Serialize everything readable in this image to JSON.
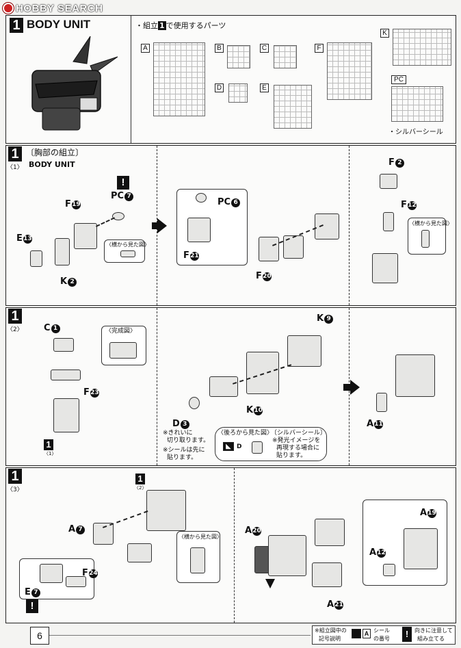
{
  "watermark": "HOBBY SEARCH",
  "header": {
    "step_number": "1",
    "title": "BODY UNIT"
  },
  "parts_list": {
    "label_prefix": "・組立",
    "label_step": "1",
    "label_suffix": "で使用するパーツ",
    "runners": [
      "A",
      "B",
      "C",
      "D",
      "E",
      "F",
      "K",
      "PC"
    ],
    "silver_seal": "・シルバーシール"
  },
  "section1": {
    "step": "1",
    "sub": "〈1〉",
    "title_jp": "〔胸部の組立〕",
    "title_en": "BODY UNIT",
    "labels": {
      "f19": "F",
      "f19n": "19",
      "pc7": "PC",
      "pc7n": "7",
      "e13": "E",
      "e13n": "13",
      "k2": "K",
      "k2n": "2",
      "side_view": "〈横から見た図〉",
      "pc6": "PC",
      "pc6n": "6",
      "f21": "F",
      "f21n": "21",
      "f20": "F",
      "f20n": "20",
      "f2": "F",
      "f2n": "2",
      "f12": "F",
      "f12n": "12",
      "side_view2": "〈横から見た図〉"
    }
  },
  "section2": {
    "step": "1",
    "sub": "〈2〉",
    "labels": {
      "c1": "C",
      "c1n": "1",
      "completed": "〈完成図〉",
      "f23": "F",
      "f23n": "23",
      "step1": "1",
      "step1sub": "〈1〉",
      "k9": "K",
      "k9n": "9",
      "k10": "K",
      "k10n": "10",
      "d3": "D",
      "d3n": "3",
      "note1a": "※きれいに",
      "note1b": "切り取ります。",
      "note2a": "※シールは先に",
      "note2b": "貼ります。",
      "back_view": "〈後ろから見た図〉",
      "silver_seal": "〔シルバーシール〕",
      "seal_note1": "※発光イメージを",
      "seal_note2": "再現する場合に",
      "seal_note3": "貼ります。",
      "d_label": "D",
      "a11": "A",
      "a11n": "11"
    }
  },
  "section3": {
    "step": "1",
    "sub": "〈3〉",
    "labels": {
      "ref_step": "1",
      "ref_sub": "〈2〉",
      "a7": "A",
      "a7n": "7",
      "side_view": "〈横から見た図〉",
      "f24": "F",
      "f24n": "24",
      "e7": "E",
      "e7n": "7",
      "a20": "A",
      "a20n": "20",
      "a21": "A",
      "a21n": "21",
      "a19": "A",
      "a19n": "19",
      "a12": "A",
      "a12n": "12"
    }
  },
  "footer": {
    "page_number": "6",
    "legend_title1": "※組立図中の",
    "legend_title2": "記号説明",
    "legend_seal1": "シール",
    "legend_seal2": "の番号",
    "legend_warn1": "向きに注意して",
    "legend_warn2": "組み立てる"
  }
}
